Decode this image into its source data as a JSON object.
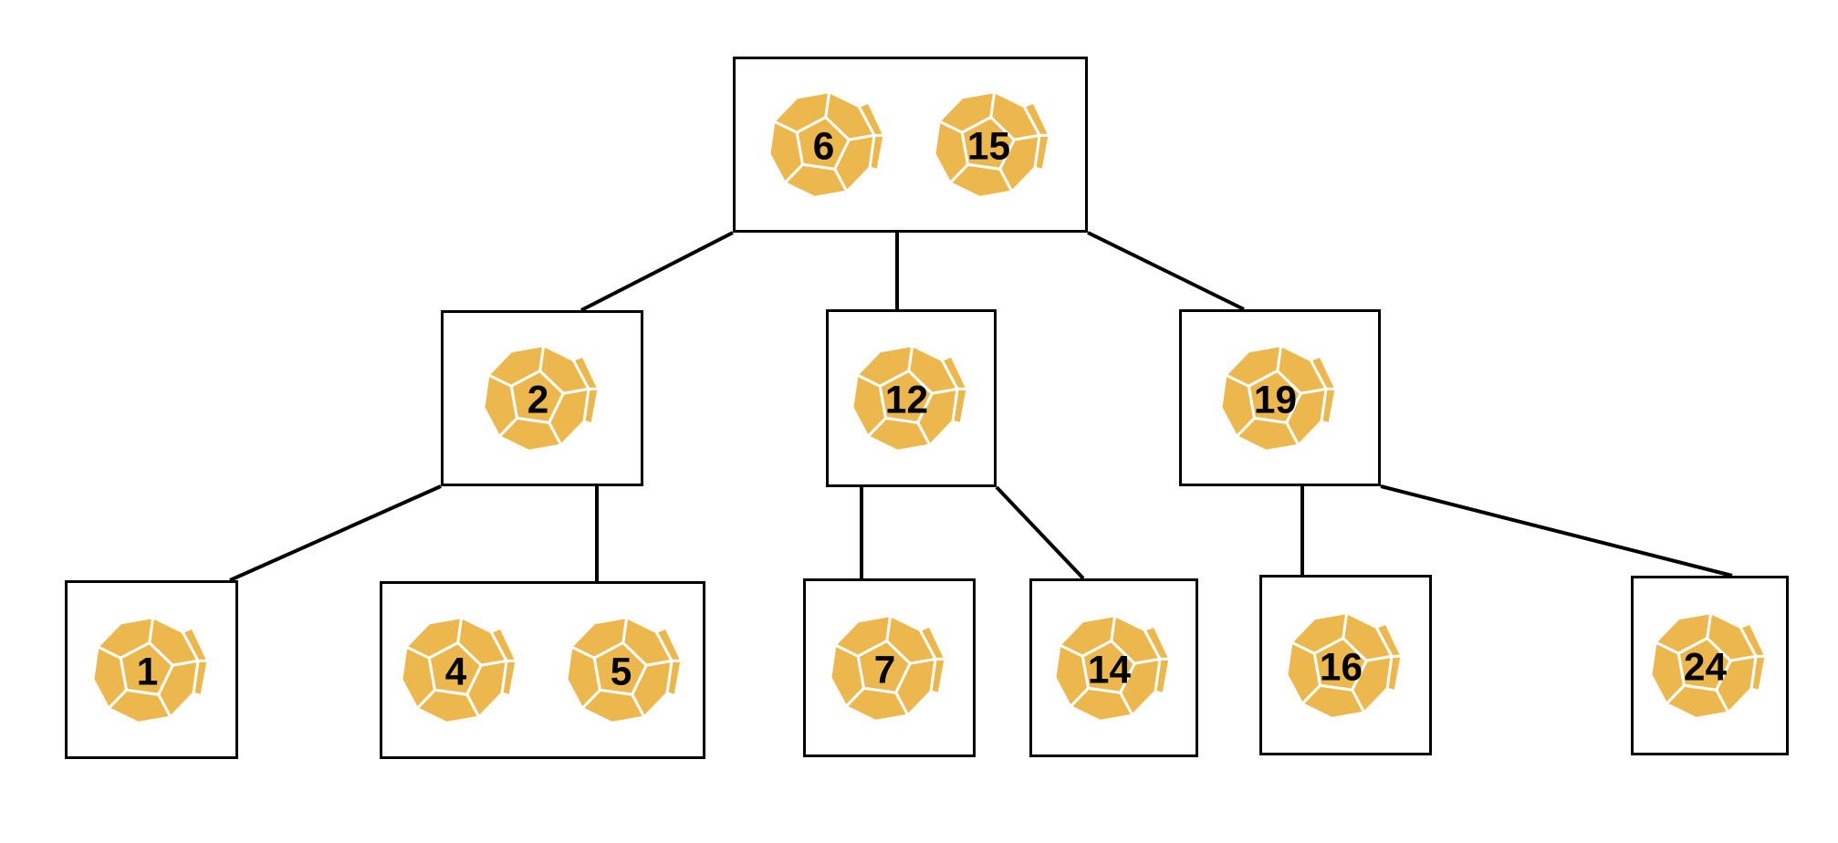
{
  "diagram": {
    "description": "Tree of nodes, each node box holds one or two twelve-sided dice with numbers",
    "icons": {
      "die": "dodecahedron-d12-die-icon"
    },
    "nodes": [
      {
        "id": "root",
        "keys": [
          "6",
          "15"
        ]
      },
      {
        "id": "n2",
        "keys": [
          "2"
        ]
      },
      {
        "id": "n12",
        "keys": [
          "12"
        ]
      },
      {
        "id": "n19",
        "keys": [
          "19"
        ]
      },
      {
        "id": "n1",
        "keys": [
          "1"
        ]
      },
      {
        "id": "n45",
        "keys": [
          "4",
          "5"
        ]
      },
      {
        "id": "n7",
        "keys": [
          "7"
        ]
      },
      {
        "id": "n14",
        "keys": [
          "14"
        ]
      },
      {
        "id": "n16",
        "keys": [
          "16"
        ]
      },
      {
        "id": "n24",
        "keys": [
          "24"
        ]
      }
    ],
    "edges": [
      {
        "from": "root",
        "to": "n2"
      },
      {
        "from": "root",
        "to": "n12"
      },
      {
        "from": "root",
        "to": "n19"
      },
      {
        "from": "n2",
        "to": "n1"
      },
      {
        "from": "n2",
        "to": "n45"
      },
      {
        "from": "n12",
        "to": "n7"
      },
      {
        "from": "n12",
        "to": "n14"
      },
      {
        "from": "n19",
        "to": "n16"
      },
      {
        "from": "n19",
        "to": "n24"
      }
    ],
    "colors": {
      "die_fill": "#ECB74D",
      "die_edge": "#FFFFFF",
      "outline": "#000000",
      "number": "#000000",
      "background": "#FFFFFF"
    }
  }
}
